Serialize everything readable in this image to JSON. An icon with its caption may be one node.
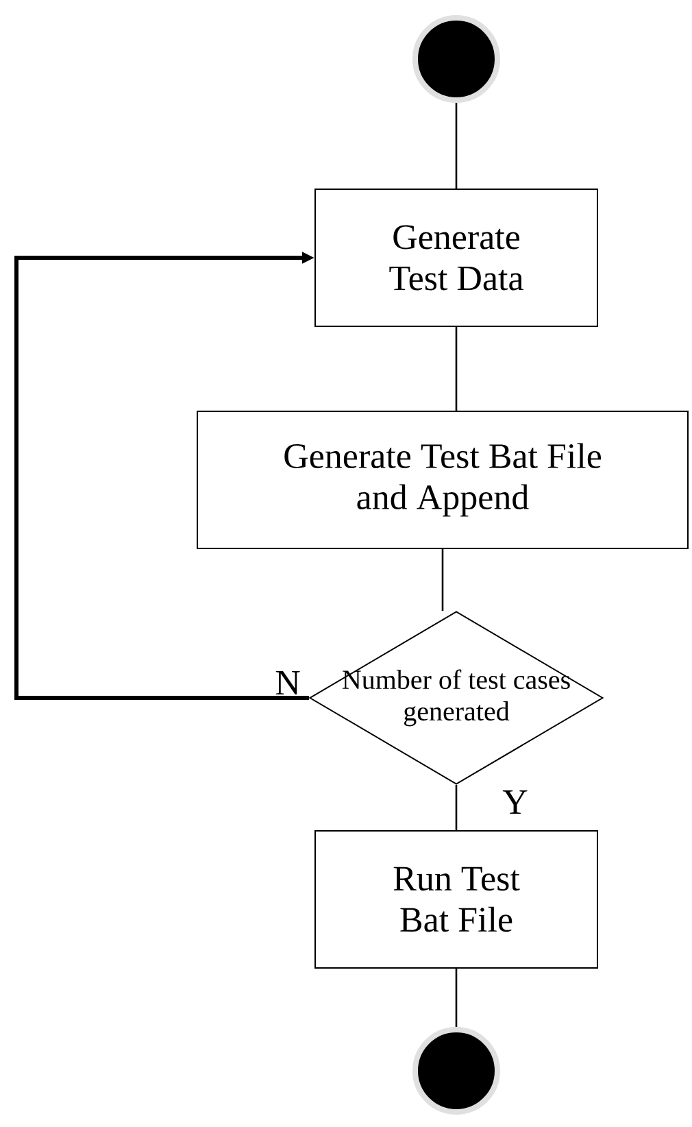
{
  "diagram": {
    "nodes": [
      {
        "text": [],
        "shape": "circle"
      },
      {
        "text": [
          "Generate Test Data"
        ]
      },
      {
        "text": [
          "Generate Test Bat File and Append"
        ]
      },
      {
        "text": [
          "Number of test cases generated"
        ]
      },
      {
        "text": [
          "Run Test Bat File"
        ]
      },
      {
        "text": [],
        "shape": "circle"
      }
    ],
    "edges": [
      {
        "from": 0,
        "to": 1,
        "arrow": "none"
      },
      {
        "from": 1,
        "to": 2,
        "arrow": "none"
      },
      {
        "from": 2,
        "to": 3,
        "arrow": "none"
      },
      {
        "from": 3,
        "to": 1,
        "arrow": "to",
        "label": "N",
        "style": "thick"
      },
      {
        "from": 3,
        "to": 4,
        "arrow": "none",
        "label": "Y"
      },
      {
        "from": 4,
        "to": 5,
        "arrow": "none"
      }
    ]
  }
}
